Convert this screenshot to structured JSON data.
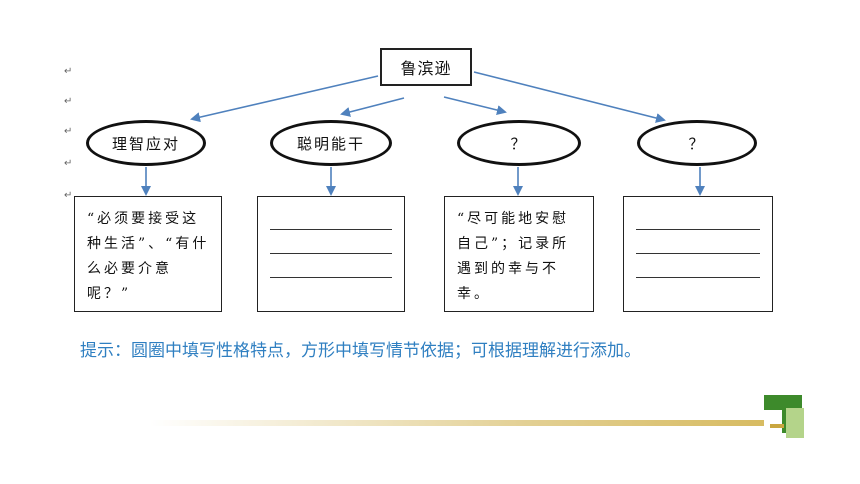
{
  "title": "鲁滨逊",
  "ovals": [
    {
      "label": "理智应对"
    },
    {
      "label": "聪明能干"
    },
    {
      "label": "？"
    },
    {
      "label": "？"
    }
  ],
  "boxes": [
    {
      "text": "“必须要接受这种生活”、“有什么必要介意呢？”"
    },
    {
      "text": ""
    },
    {
      "text": "“尽可能地安慰自己”；记录所遇到的幸与不幸。"
    },
    {
      "text": ""
    }
  ],
  "hint": "提示：圆圈中填写性格特点，方形中填写情节依据；可根据理解进行添加。",
  "colors": {
    "arrow": "#4f81bd",
    "hint": "#2f7fc1",
    "accent_green": "#3d8a2b"
  }
}
